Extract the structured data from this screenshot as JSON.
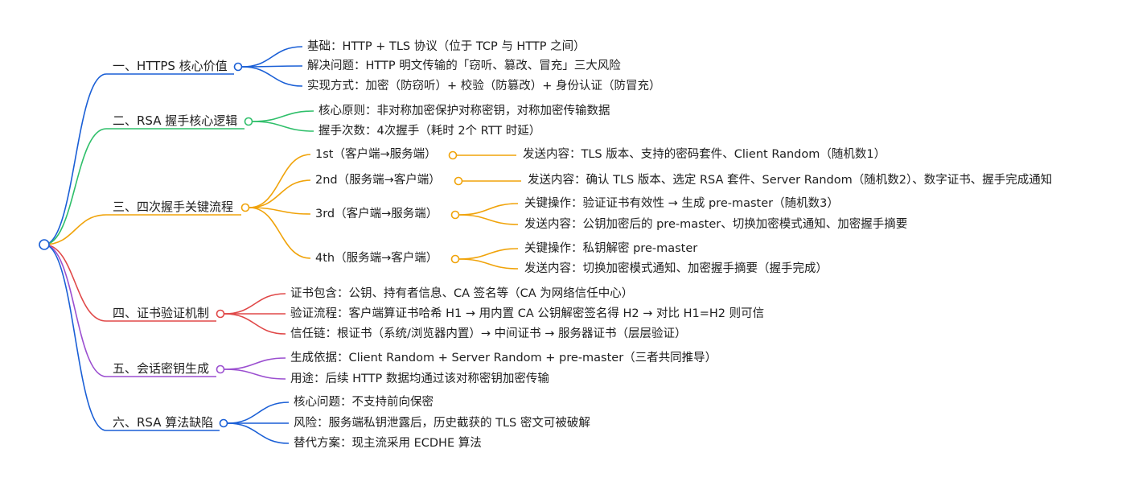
{
  "mindmap": {
    "branches": [
      {
        "id": "b1",
        "color": "#1a5fd6",
        "label": "一、HTTPS 核心价值",
        "children": [
          {
            "id": "b1c1",
            "label": "基础：HTTP + TLS 协议（位于 TCP 与 HTTP 之间）"
          },
          {
            "id": "b1c2",
            "label": "解决问题：HTTP 明文传输的「窃听、篡改、冒充」三大风险"
          },
          {
            "id": "b1c3",
            "label": "实现方式：加密（防窃听）+ 校验（防篡改）+ 身份认证（防冒充）"
          }
        ]
      },
      {
        "id": "b2",
        "color": "#2fbf6a",
        "label": "二、RSA 握手核心逻辑",
        "children": [
          {
            "id": "b2c1",
            "label": "核心原则：非对称加密保护对称密钥，对称加密传输数据"
          },
          {
            "id": "b2c2",
            "label": "握手次数：4次握手（耗时 2个 RTT 时延）"
          }
        ]
      },
      {
        "id": "b3",
        "color": "#f0a30a",
        "label": "三、四次握手关键流程",
        "children": [
          {
            "id": "b3c1",
            "label": "1st（客户端→服务端）",
            "children": [
              {
                "id": "b3c1a",
                "label": "发送内容：TLS 版本、支持的密码套件、Client Random（随机数1）"
              }
            ]
          },
          {
            "id": "b3c2",
            "label": "2nd（服务端→客户端）",
            "children": [
              {
                "id": "b3c2a",
                "label": "发送内容：确认 TLS 版本、选定 RSA 套件、Server Random（随机数2）、数字证书、握手完成通知"
              }
            ]
          },
          {
            "id": "b3c3",
            "label": "3rd（客户端→服务端）",
            "children": [
              {
                "id": "b3c3a",
                "label": "关键操作：验证证书有效性 → 生成 pre-master（随机数3）"
              },
              {
                "id": "b3c3b",
                "label": "发送内容：公钥加密后的 pre-master、切换加密模式通知、加密握手摘要"
              }
            ]
          },
          {
            "id": "b3c4",
            "label": "4th（服务端→客户端）",
            "children": [
              {
                "id": "b3c4a",
                "label": "关键操作：私钥解密 pre-master"
              },
              {
                "id": "b3c4b",
                "label": "发送内容：切换加密模式通知、加密握手摘要（握手完成）"
              }
            ]
          }
        ]
      },
      {
        "id": "b4",
        "color": "#e04848",
        "label": "四、证书验证机制",
        "children": [
          {
            "id": "b4c1",
            "label": "证书包含：公钥、持有者信息、CA 签名等（CA 为网络信任中心）"
          },
          {
            "id": "b4c2",
            "label": "验证流程：客户端算证书哈希 H1 → 用内置 CA 公钥解密签名得 H2 → 对比 H1=H2 则可信"
          },
          {
            "id": "b4c3",
            "label": "信任链：根证书（系统/浏览器内置）→ 中间证书 → 服务器证书（层层验证）"
          }
        ]
      },
      {
        "id": "b5",
        "color": "#9b4fd0",
        "label": "五、会话密钥生成",
        "children": [
          {
            "id": "b5c1",
            "label": "生成依据：Client Random + Server Random + pre-master（三者共同推导）"
          },
          {
            "id": "b5c2",
            "label": "用途：后续 HTTP 数据均通过该对称密钥加密传输"
          }
        ]
      },
      {
        "id": "b6",
        "color": "#1a5fd6",
        "label": "六、RSA 算法缺陷",
        "children": [
          {
            "id": "b6c1",
            "label": "核心问题：不支持前向保密"
          },
          {
            "id": "b6c2",
            "label": "风险：服务端私钥泄露后，历史截获的 TLS 密文可被破解"
          },
          {
            "id": "b6c3",
            "label": "替代方案：现主流采用 ECDHE 算法"
          }
        ]
      }
    ]
  }
}
